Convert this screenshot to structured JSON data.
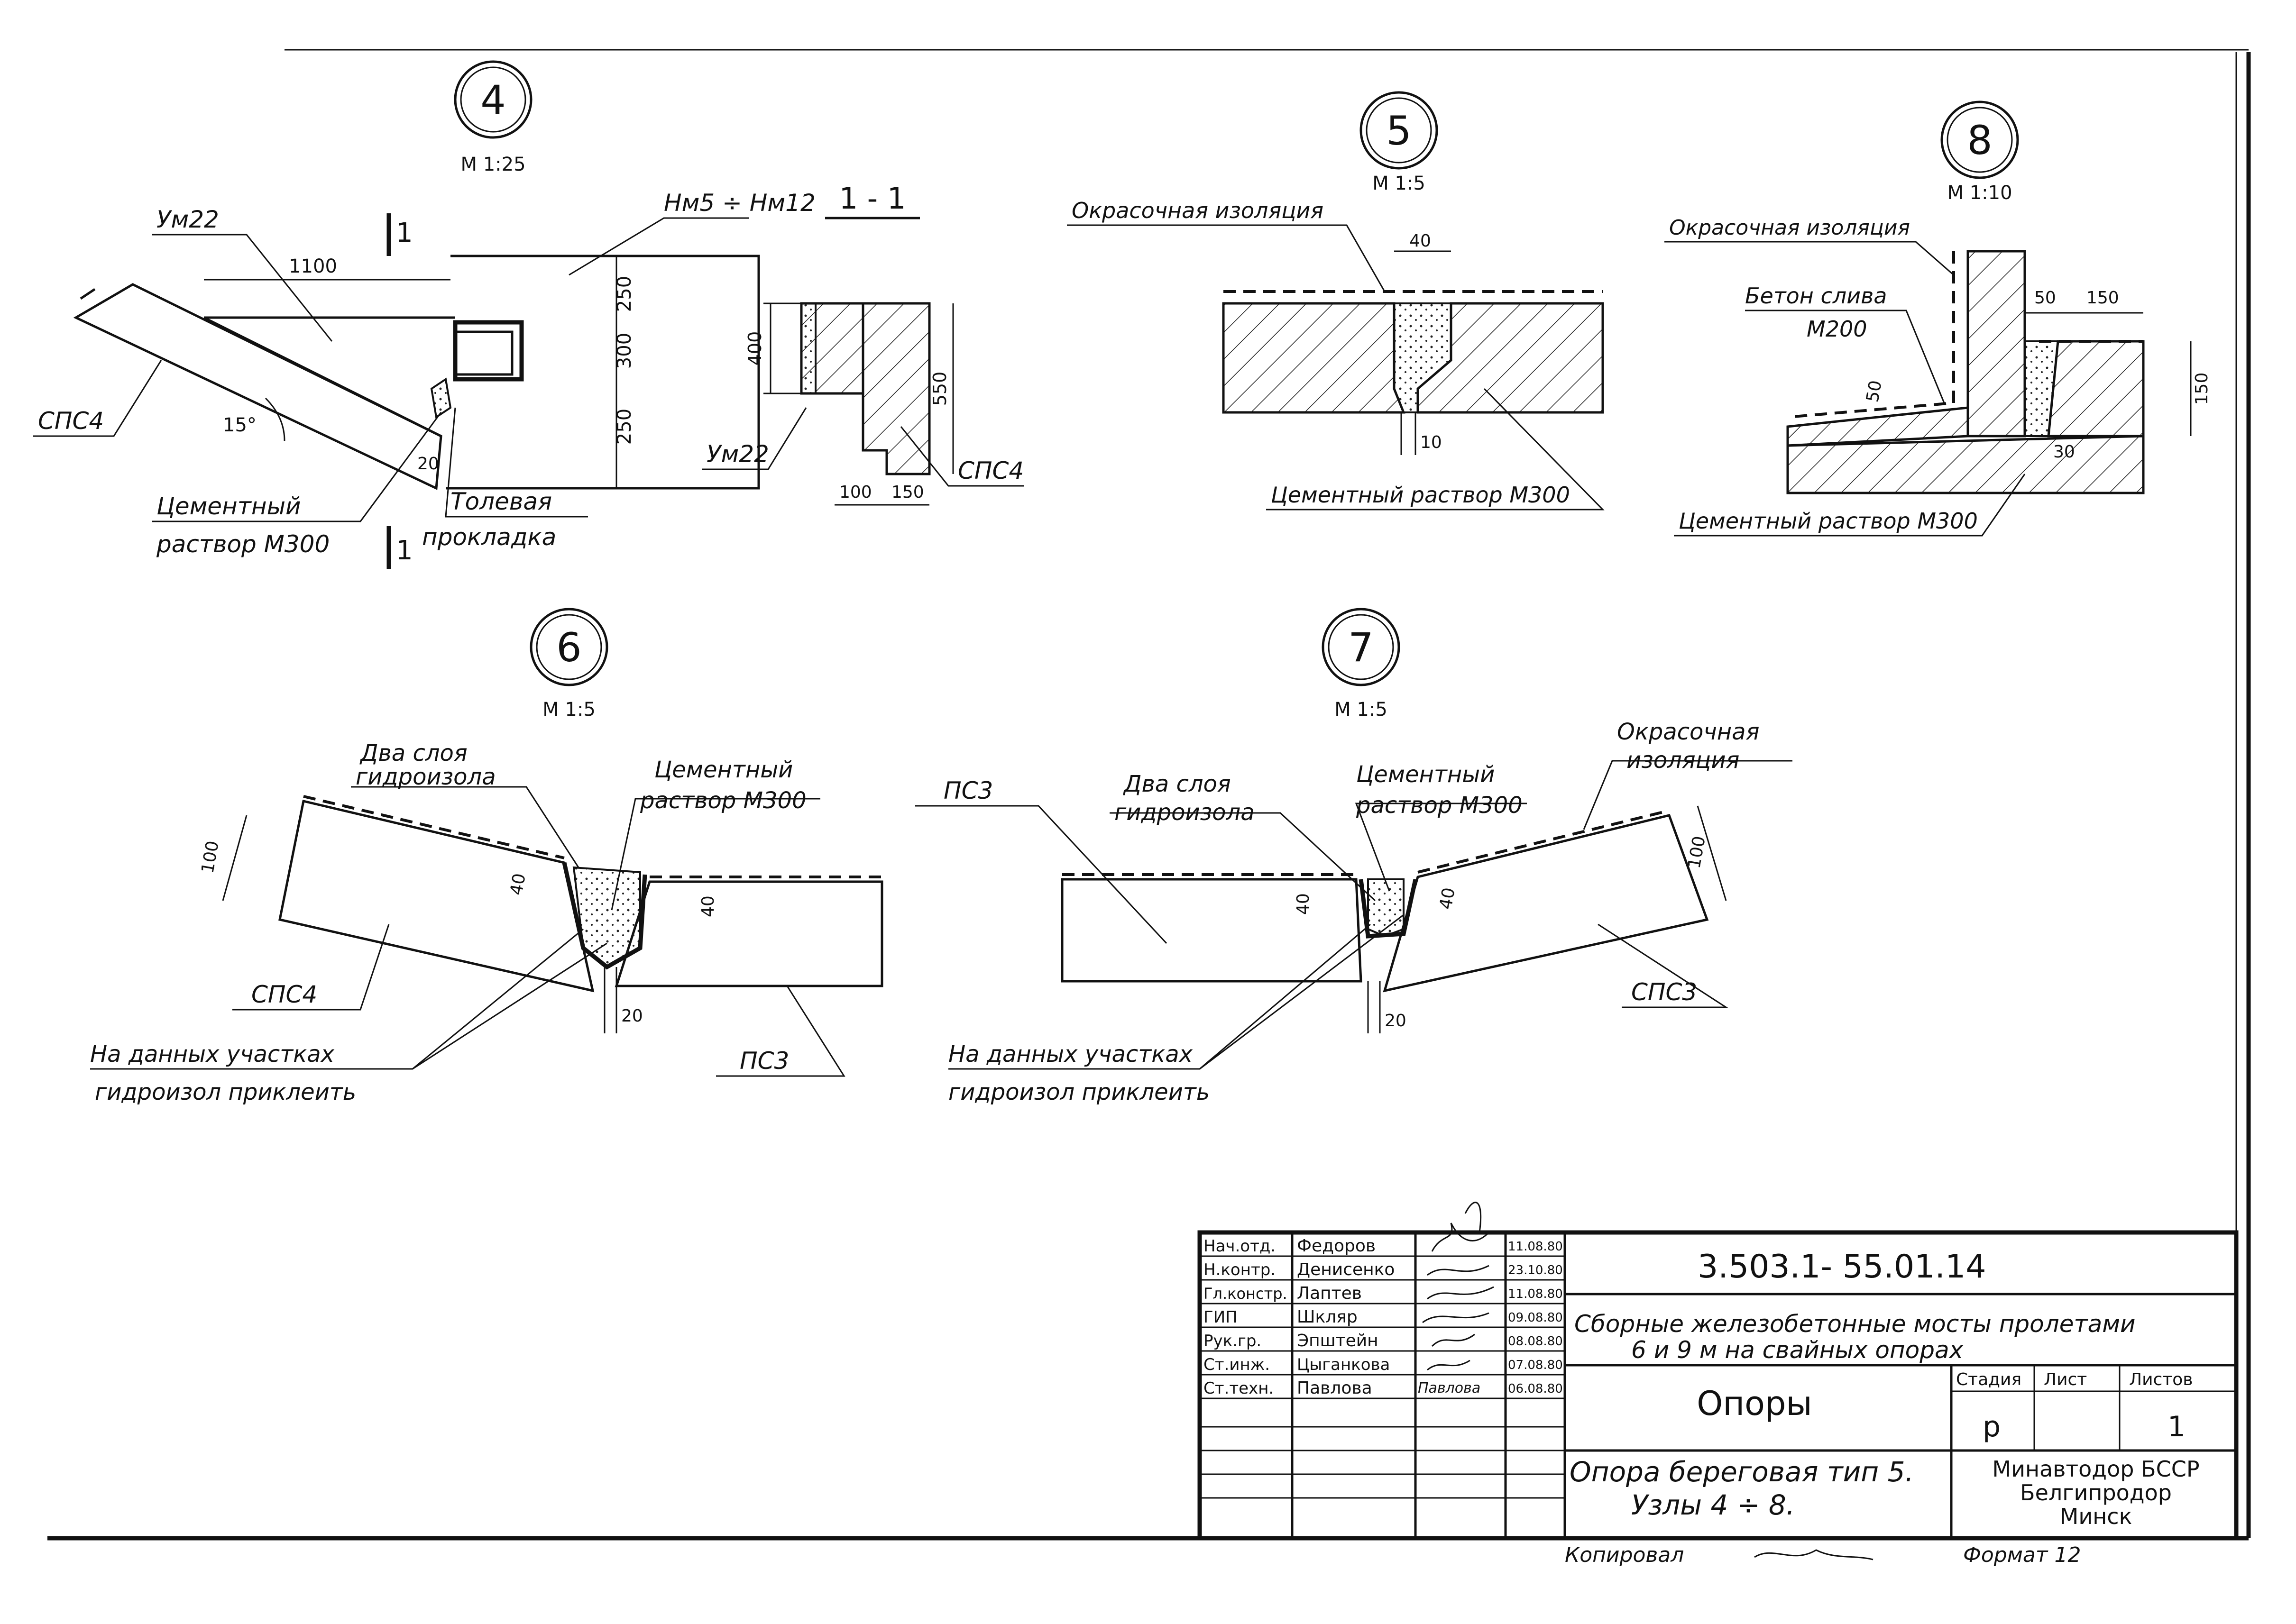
{
  "nodes": {
    "n4": {
      "num": "4",
      "scale": "М 1:25"
    },
    "n5": {
      "num": "5",
      "scale": "М 1:5"
    },
    "n8": {
      "num": "8",
      "scale": "М 1:10"
    },
    "n6": {
      "num": "6",
      "scale": "М 1:5"
    },
    "n7": {
      "num": "7",
      "scale": "М 1:5"
    }
  },
  "node4": {
    "um": "Ум22",
    "hm": "Нм5 ÷ Нм12",
    "spc": "СПС4",
    "cem1": "Цементный",
    "cem2": "раствор М300",
    "tol1": "Толевая",
    "tol2": "прокладка",
    "cut": "1",
    "d1100": "1100",
    "d250a": "250",
    "d300": "300",
    "d250b": "250",
    "angle": "15°",
    "d20": "20"
  },
  "section11": {
    "title": "1 - 1",
    "um": "Ум22",
    "spc": "СПС4",
    "d400": "400",
    "d550": "550",
    "d100": "100",
    "d150": "150"
  },
  "node5": {
    "paint": "Окрасочная изоляция",
    "cem": "Цементный раствор М300",
    "d40": "40",
    "d10": "10"
  },
  "node8": {
    "paint": "Окрасочная изоляция",
    "beton1": "Бетон слива",
    "beton2": "М200",
    "cem": "Цементный раствор М300",
    "d50a": "50",
    "d150a": "150",
    "d50b": "50",
    "d150b": "150",
    "d30": "30"
  },
  "node6": {
    "two1": "Два слоя",
    "two2": "гидроизола",
    "cem1": "Цементный",
    "cem2": "раствор М300",
    "spc": "СПС4",
    "ps": "ПС3",
    "note1": "На данных участках",
    "note2": "гидроизол приклеить",
    "d100": "100",
    "d40a": "40",
    "d40b": "40",
    "d20": "20"
  },
  "node7": {
    "ps": "ПС3",
    "two1": "Два слоя",
    "two2": "гидроизола",
    "cem1": "Цементный",
    "cem2": "раствор М300",
    "paint1": "Окрасочная",
    "paint2": "изоляция",
    "spc": "СПС3",
    "note1": "На данных участках",
    "note2": "гидроизол приклеить",
    "d40a": "40",
    "d40b": "40",
    "d100": "100",
    "d20": "20"
  },
  "stamp": {
    "code": "3.503.1- 55.01.14",
    "project1": "Сборные железобетонные мосты пролетами",
    "project2": "6 и 9 м на свайных опорах",
    "section": "Опоры",
    "sheet_title1": "Опора береговая тип 5.",
    "sheet_title2": "Узлы 4 ÷ 8.",
    "org1": "Минавтодор БССР",
    "org2": "Белгипродор",
    "org3": "Минск",
    "stage_h": "Стадия",
    "sheet_h": "Лист",
    "sheets_h": "Листов",
    "stage": "р",
    "sheet": "",
    "sheets": "1",
    "rows": [
      {
        "role": "Нач.отд.",
        "name": "Федоров",
        "sign": "",
        "date": "11.08.80"
      },
      {
        "role": "Н.контр.",
        "name": "Денисенко",
        "sign": "",
        "date": "23.10.80"
      },
      {
        "role": "Гл.констр.",
        "name": "Лаптев",
        "sign": "",
        "date": "11.08.80"
      },
      {
        "role": "ГИП",
        "name": "Шкляр",
        "sign": "",
        "date": "09.08.80"
      },
      {
        "role": "Рук.гр.",
        "name": "Эпштейн",
        "sign": "",
        "date": "08.08.80"
      },
      {
        "role": "Ст.инж.",
        "name": "Цыганкова",
        "sign": "",
        "date": "07.08.80"
      },
      {
        "role": "Ст.техн.",
        "name": "Павлова",
        "sign": "Павлова",
        "date": "06.08.80"
      }
    ],
    "copied": "Копировал",
    "format": "Формат 12"
  }
}
